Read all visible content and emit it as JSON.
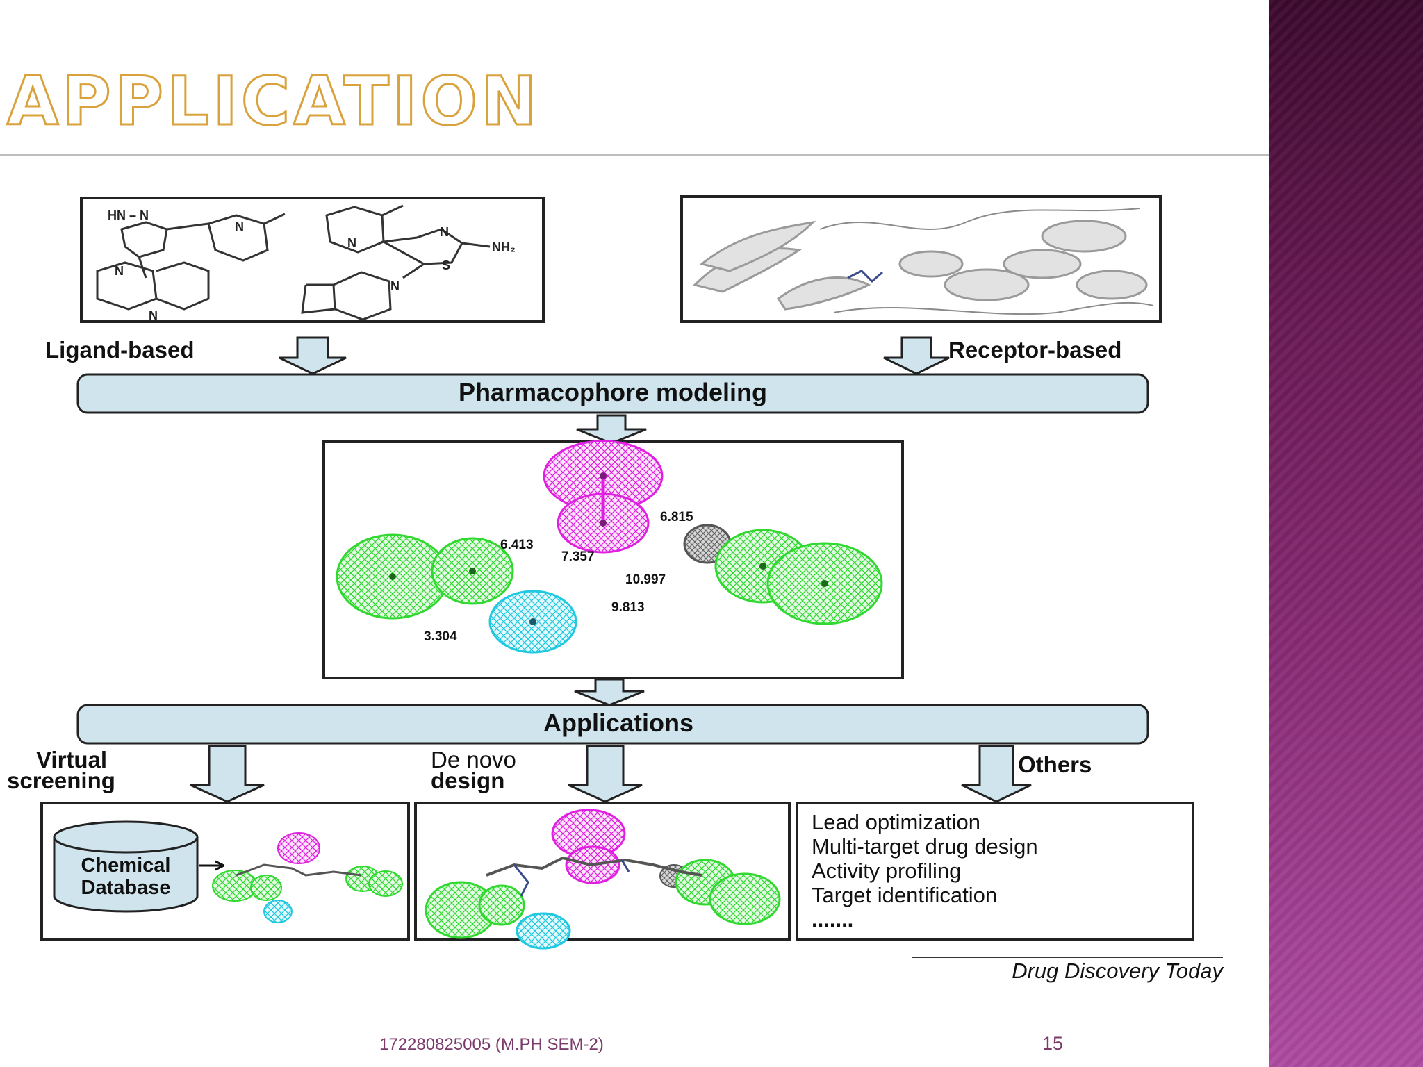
{
  "slide": {
    "title": "APPLICATION",
    "footer": "172280825005 (M.PH SEM-2)",
    "page_number": "15"
  },
  "figure": {
    "ligand_label": "Ligand-based",
    "receptor_label": "Receptor-based",
    "pharmacophore_bar": "Pharmacophore modeling",
    "applications_bar": "Applications",
    "branch_virtual_line1": "Virtual",
    "branch_virtual_line2": "screening",
    "branch_denovo_line1": "De novo",
    "branch_denovo_line2": "design",
    "branch_others": "Others",
    "database_line1": "Chemical",
    "database_line2": "Database",
    "other_applications": [
      "Lead optimization",
      "Multi-target drug design",
      "Activity profiling",
      "Target identification",
      "......."
    ],
    "distances": [
      "6.815",
      "6.413",
      "7.357",
      "10.997",
      "9.813",
      "3.304"
    ],
    "atoms": {
      "hn_n": "HN – N",
      "n": "N",
      "s": "S",
      "nh2": "NH₂"
    },
    "source": "Drug Discovery Today"
  },
  "colors": {
    "title_outline": "#d9a23c",
    "accent_panel": "#8d2e7a",
    "bar_fill": "#cfe4ec",
    "feature_magenta": "#e020e0",
    "feature_green": "#30e030",
    "feature_cyan": "#20d8e8",
    "feature_gray": "#808080"
  }
}
